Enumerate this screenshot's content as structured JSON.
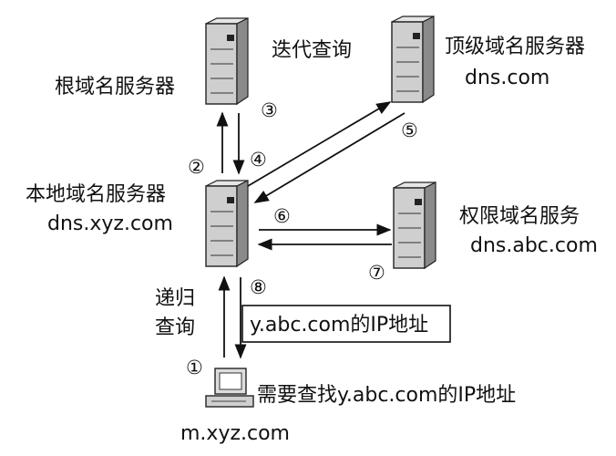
{
  "title": "迭代查询",
  "servers": {
    "root": {
      "name": "根域名服务器",
      "domain": ""
    },
    "tld": {
      "name": "顶级域名服务器",
      "domain": "dns.com"
    },
    "local": {
      "name": "本地域名服务器",
      "domain": "dns.xyz.com"
    },
    "auth": {
      "name": "权限域名服务",
      "domain": "dns.abc.com"
    }
  },
  "client": {
    "host": "m.xyz.com",
    "request": "需要查找y.abc.com的IP地址"
  },
  "recursive_label_line1": "递归",
  "recursive_label_line2": "查询",
  "result_box": "y.abc.com的IP地址",
  "steps": [
    "①",
    "②",
    "③",
    "④",
    "⑤",
    "⑥",
    "⑦",
    "⑧"
  ]
}
